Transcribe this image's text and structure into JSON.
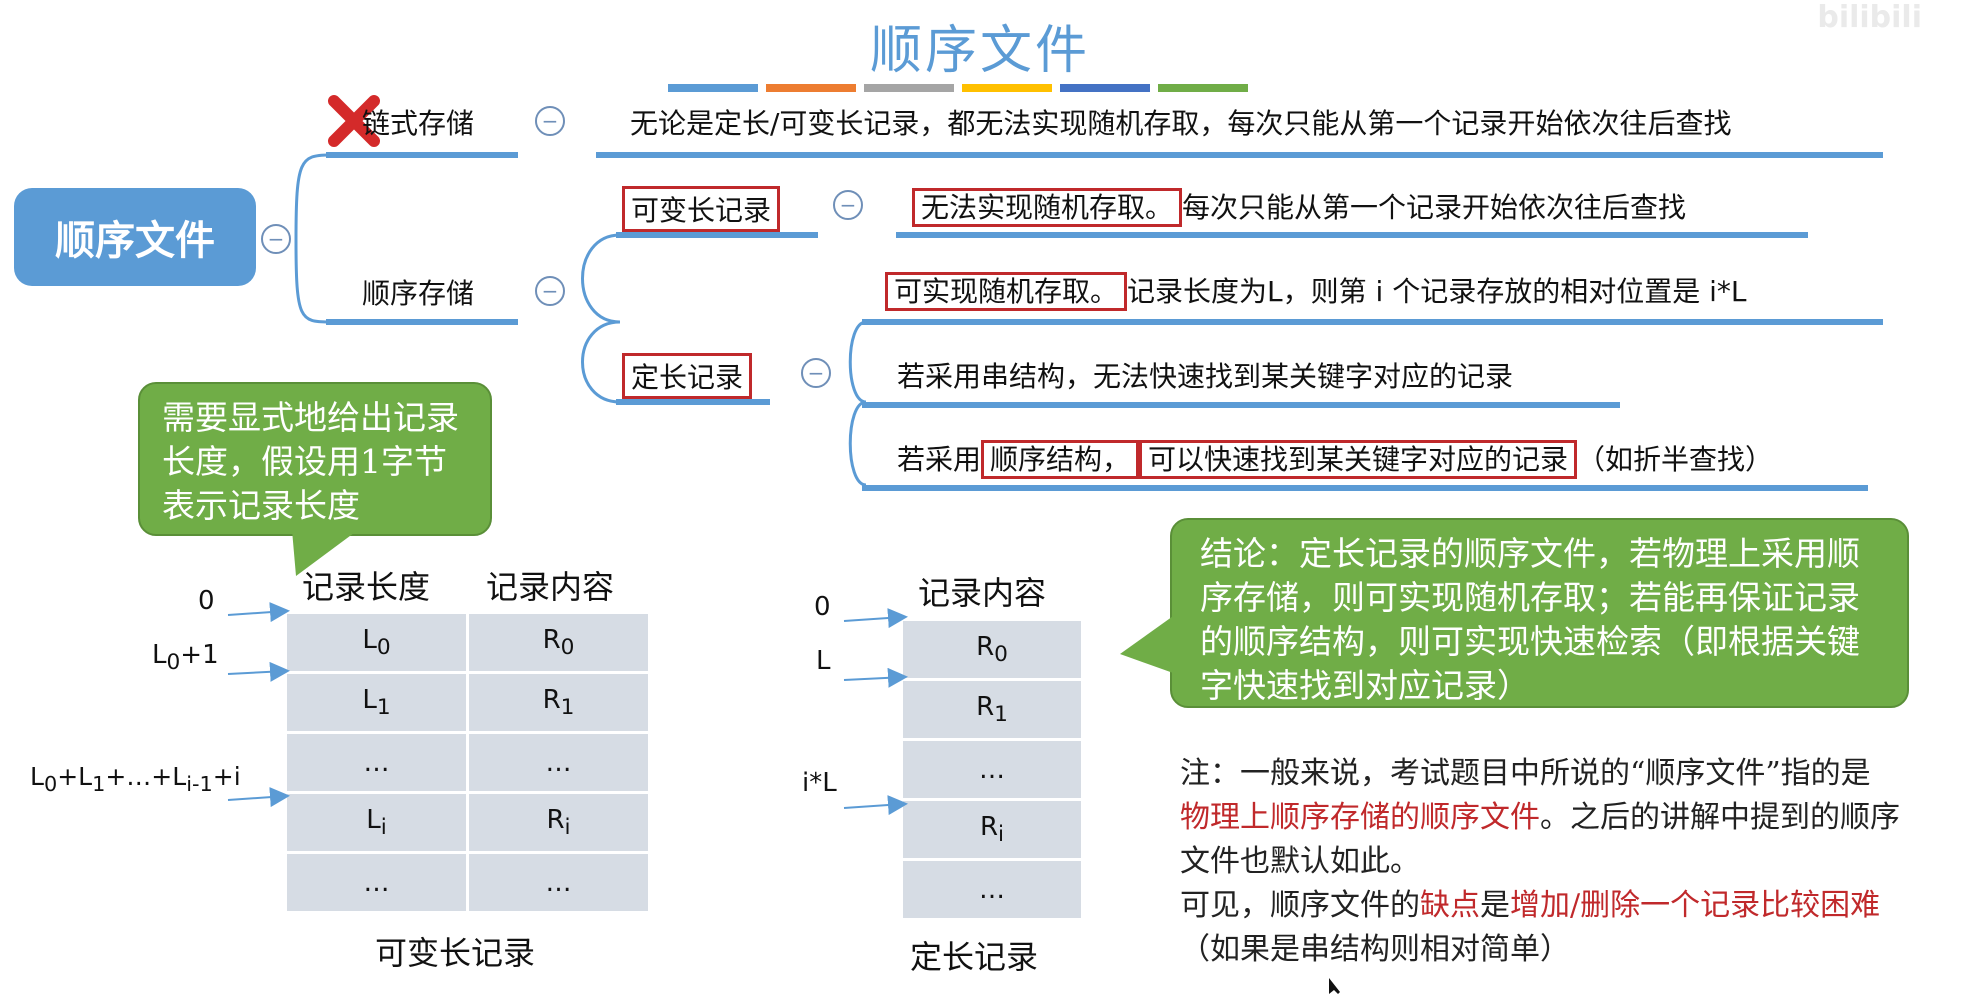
{
  "title": "顺序文件",
  "watermark": "bilibili",
  "colors": {
    "accent": "#5b9bd5",
    "bubble": "#70ad47",
    "highlight": "#c0292b",
    "bars": [
      "#5b9bd5",
      "#ed7d31",
      "#a5a5a5",
      "#ffc000",
      "#4472c4",
      "#70ad47"
    ]
  },
  "mindmap": {
    "root": "顺序文件",
    "chain": {
      "label": "链式存储",
      "desc": "无论是定长/可变长记录，都无法实现随机存取，每次只能从第一个记录开始依次往后查找"
    },
    "sequential": {
      "label": "顺序存储",
      "variable": {
        "label": "可变长记录",
        "desc_boxed": "无法实现随机存取。",
        "desc_rest": "每次只能从第一个记录开始依次往后查找"
      },
      "fixed": {
        "label": "定长记录",
        "line1_boxed": "可实现随机存取。",
        "line1_rest": "记录长度为L，则第 i 个记录存放的相对位置是 i*L",
        "line2": "若采用串结构，无法快速找到某关键字对应的记录",
        "line3_a": "若采用",
        "line3_box1": "顺序结构，",
        "line3_box2": "可以快速找到某关键字对应的记录",
        "line3_b": "（如折半查找）"
      }
    }
  },
  "bubble_left": "需要显式地给出记录长度，假设用1字节表示记录长度",
  "bubble_right": "结论：定长记录的顺序文件，若物理上采用顺序存储，则可实现随机存取；若能再保证记录的顺序结构，则可实现快速检索（即根据关键字快速找到对应记录）",
  "var_table": {
    "headers": [
      "记录长度",
      "记录内容"
    ],
    "rows": [
      [
        "L0",
        "R0"
      ],
      [
        "L1",
        "R1"
      ],
      [
        "…",
        "…"
      ],
      [
        "Li",
        "Ri"
      ],
      [
        "…",
        "…"
      ]
    ],
    "offsets": [
      "0",
      "L0+1",
      "L0+L1+…+Li-1+i"
    ],
    "caption": "可变长记录"
  },
  "fix_table": {
    "header": "记录内容",
    "rows": [
      "R0",
      "R1",
      "…",
      "Ri",
      "…"
    ],
    "offsets": [
      "0",
      "L",
      "i*L"
    ],
    "caption": "定长记录"
  },
  "note": {
    "p1": "注：一般来说，考试题目中所说的“顺序文件”指的是",
    "p1_red": "物理上顺序存储的顺序文件",
    "p2": "。之后的讲解中提到的顺序文件也默认如此。",
    "p3": "可见，顺序文件的",
    "p3_red1": "缺点",
    "p3_mid": "是",
    "p3_red2": "增加/删除一个记录比较困难",
    "p3_end": "（如果是串结构则相对简单）"
  }
}
